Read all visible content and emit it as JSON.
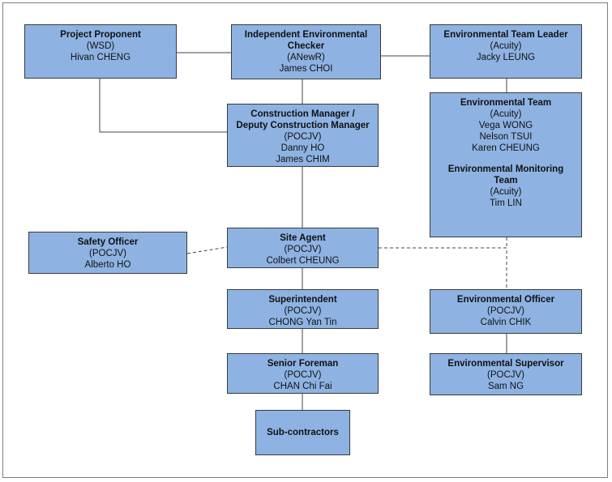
{
  "nodes": {
    "project_proponent": {
      "title": "Project Proponent",
      "lines": [
        "(WSD)",
        "Hivan CHENG"
      ]
    },
    "iec": {
      "title_1": "Independent Environmental",
      "title_2": "Checker",
      "lines": [
        "(ANewR)",
        "James CHOI"
      ]
    },
    "et_leader": {
      "title": "Environmental Team Leader",
      "lines": [
        "(Acuity)",
        "Jacky LEUNG"
      ]
    },
    "construction_manager": {
      "title_1": "Construction Manager /",
      "title_2": "Deputy Construction Manager",
      "lines": [
        "(POCJV)",
        "Danny HO",
        "James CHIM"
      ]
    },
    "env_team": {
      "title": "Environmental Team",
      "lines": [
        "(Acuity)",
        "Vega WONG",
        "Nelson TSUI",
        "Karen CHEUNG"
      ],
      "sub_title_1": "Environmental Monitoring",
      "sub_title_2": "Team",
      "sub_lines": [
        "(Acuity)",
        "Tim LIN"
      ]
    },
    "safety_officer": {
      "title": "Safety Officer",
      "lines": [
        "(POCJV)",
        "Alberto HO"
      ]
    },
    "site_agent": {
      "title": "Site Agent",
      "lines": [
        "(POCJV)",
        "Colbert CHEUNG"
      ]
    },
    "superintendent": {
      "title": "Superintendent",
      "lines": [
        "(POCJV)",
        "CHONG Yan Tin"
      ]
    },
    "env_officer": {
      "title": "Environmental Officer",
      "lines": [
        "(POCJV)",
        "Calvin CHIK"
      ]
    },
    "senior_foreman": {
      "title": "Senior Foreman",
      "lines": [
        "(POCJV)",
        "CHAN Chi Fai"
      ]
    },
    "env_supervisor": {
      "title": "Environmental Supervisor",
      "lines": [
        "(POCJV)",
        "Sam NG"
      ]
    },
    "sub_contractors": {
      "title": "Sub-contractors"
    }
  },
  "colors": {
    "box_fill": "#8eb3e3",
    "line": "#3a3a3a"
  }
}
